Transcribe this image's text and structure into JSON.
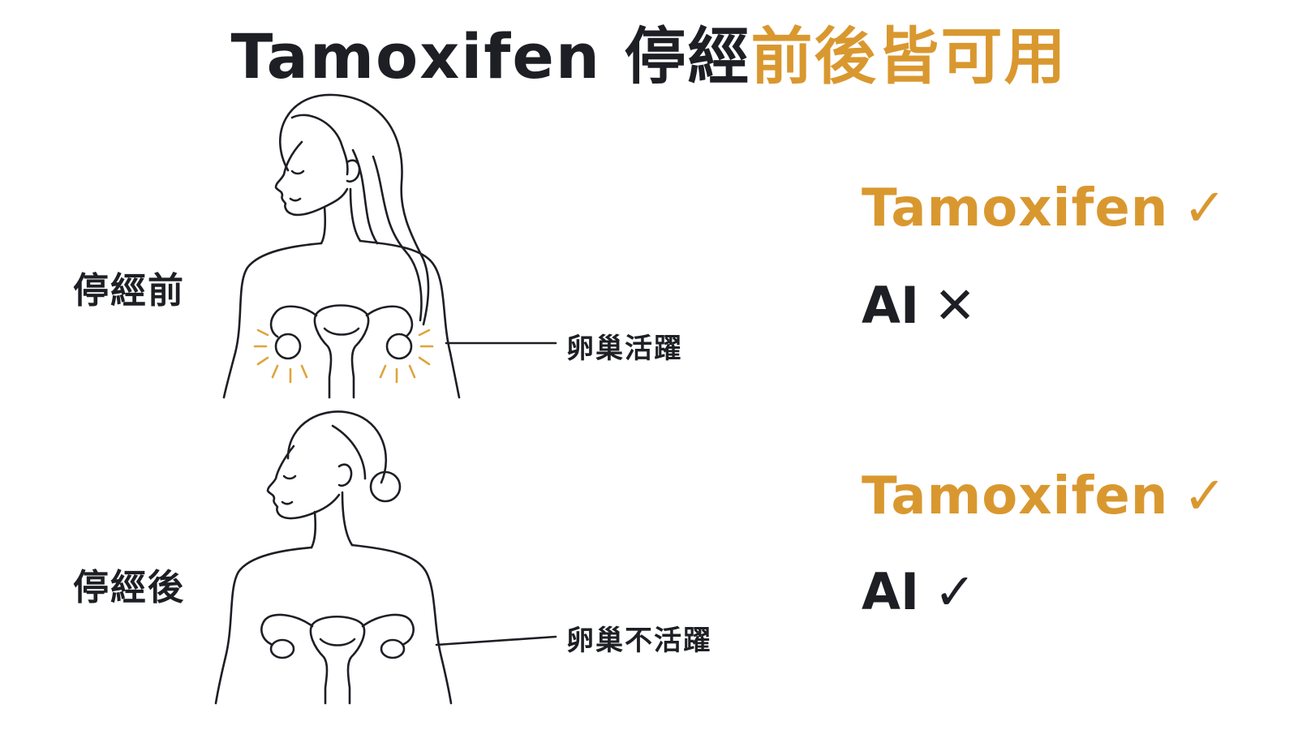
{
  "title": {
    "part1": "Tamoxifen 停經",
    "part2": "前後皆可用"
  },
  "premenopause": {
    "stage_label": "停經前",
    "ovary_callout": "卵巢活躍",
    "tamoxifen": "Tamoxifen",
    "tamoxifen_mark": "✓",
    "ai": "AI",
    "ai_mark": "✕"
  },
  "postmenopause": {
    "stage_label": "停經後",
    "ovary_callout": "卵巢不活躍",
    "tamoxifen": "Tamoxifen",
    "tamoxifen_mark": "✓",
    "ai": "AI",
    "ai_mark": "✓"
  },
  "colors": {
    "accent": "#d9982f",
    "text": "#1d1f24",
    "glow": "#e0a43a"
  }
}
